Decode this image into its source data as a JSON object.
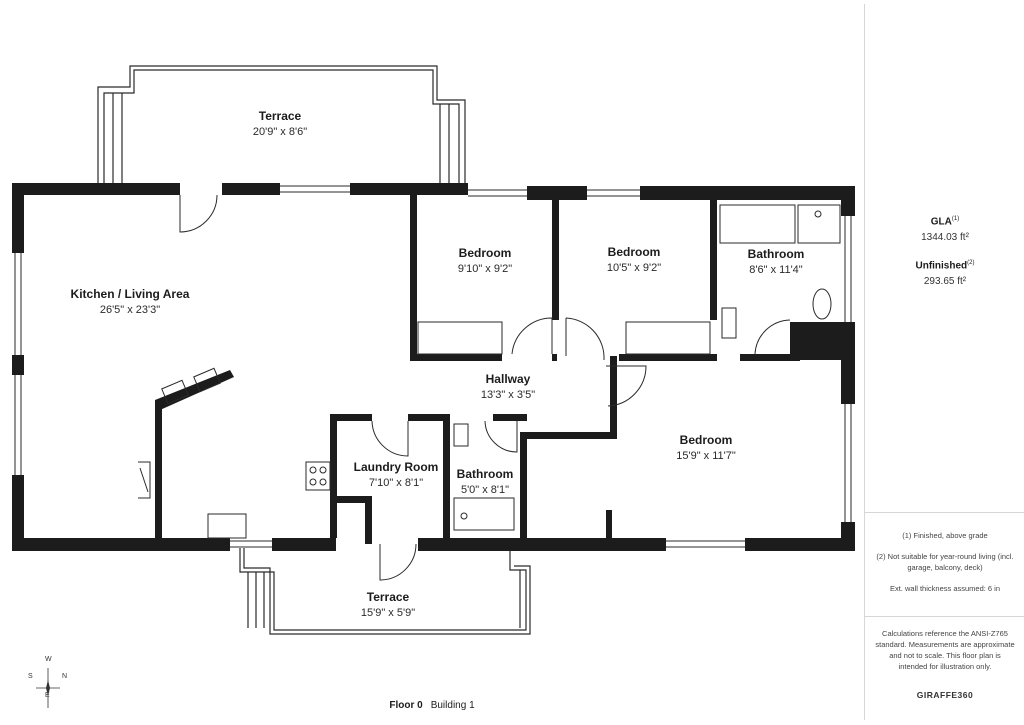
{
  "rooms": [
    {
      "name": "Terrace",
      "dims": "20'9\" x 8'6\""
    },
    {
      "name": "Kitchen / Living Area",
      "dims": "26'5\" x 23'3\""
    },
    {
      "name": "Bedroom",
      "dims": "9'10\" x 9'2\""
    },
    {
      "name": "Bedroom",
      "dims": "10'5\" x 9'2\""
    },
    {
      "name": "Bathroom",
      "dims": "8'6\" x 11'4\""
    },
    {
      "name": "Hallway",
      "dims": "13'3\" x 3'5\""
    },
    {
      "name": "Bedroom",
      "dims": "15'9\" x 11'7\""
    },
    {
      "name": "Laundry Room",
      "dims": "7'10\" x 8'1\""
    },
    {
      "name": "Bathroom",
      "dims": "5'0\" x 8'1\""
    },
    {
      "name": "Terrace",
      "dims": "15'9\" x 5'9\""
    }
  ],
  "sidebar": {
    "gla_label": "GLA",
    "gla_ref": "(1)",
    "gla_value": "1344.03 ft²",
    "unfinished_label": "Unfinished",
    "unfinished_ref": "(2)",
    "unfinished_value": "293.65 ft²",
    "note1": "(1) Finished, above grade",
    "note2": "(2) Not suitable for year-round living (incl. garage, balcony, deck)",
    "note3": "Ext. wall thickness assumed: 6 in",
    "disclaimer": "Calculations reference the ANSI-Z765 standard. Measurements are approximate and not to scale. This floor plan is intended for illustration only.",
    "brand": "GIRAFFE360"
  },
  "footer": {
    "floor": "Floor 0",
    "building": "Building 1"
  },
  "compass": {
    "n": "N",
    "s": "S",
    "e": "E",
    "w": "W"
  },
  "colors": {
    "wall": "#1c1c1c",
    "line": "#2a2a2a"
  }
}
